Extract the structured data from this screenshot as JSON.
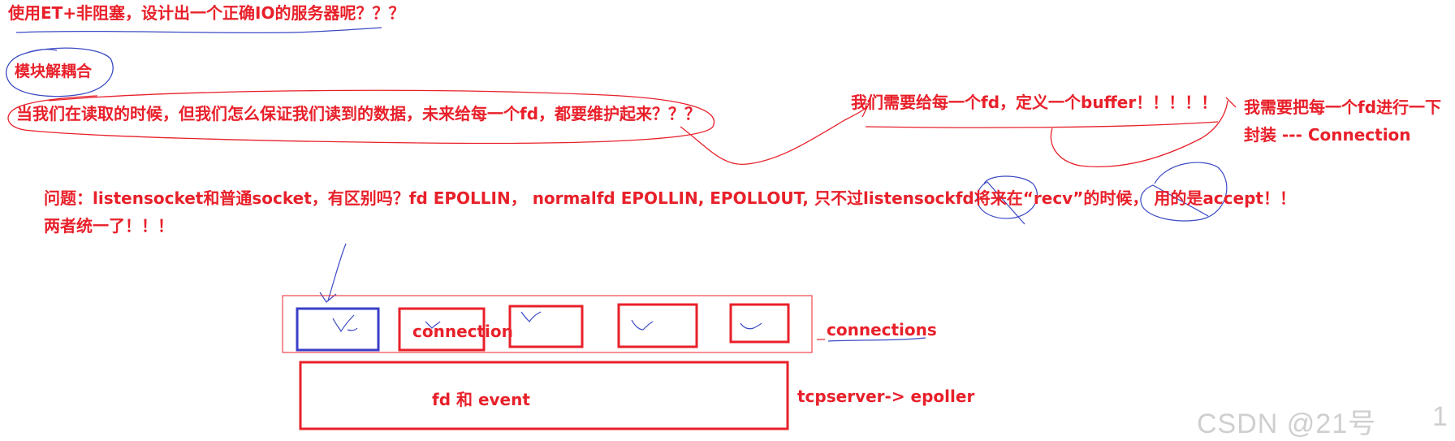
{
  "notes": {
    "title_question": "使用ET+非阻塞，设计出一个正确IO的服务器呢？？？",
    "module_decoupling": "模块解耦合",
    "read_question": "当我们在读取的时候，但我们怎么保证我们读到的数据，未来给每一个fd，都要维护起来？？？",
    "buffer_note": "我们需要给每一个fd，定义一个buffer！！！！！",
    "wrap_line1": "我需要把每一个fd进行一下",
    "wrap_line2": "封装 --- Connection",
    "problem_line1": "问题：listensocket和普通socket，有区别吗？fd EPOLLIN， normalfd EPOLLIN, EPOLLOUT, 只不过listensockfd将来在“recv”的时候， 用的是accept！！",
    "problem_line2": "两者统一了！！！"
  },
  "diagram": {
    "connection_label": "connection",
    "connections_label": "connections",
    "fd_event_label": "fd 和 event",
    "tcpserver_label": "tcpserver-> epoller"
  },
  "watermark": "CSDN @21号",
  "page_number": "1",
  "colors": {
    "text_red": "#e8202a",
    "box_red": "#e8202a",
    "box_blue": "#3a3fc8",
    "ink_blue": "#3b49c4",
    "ink_red": "#e8202a",
    "watermark_gray": "#cfcfcf"
  }
}
